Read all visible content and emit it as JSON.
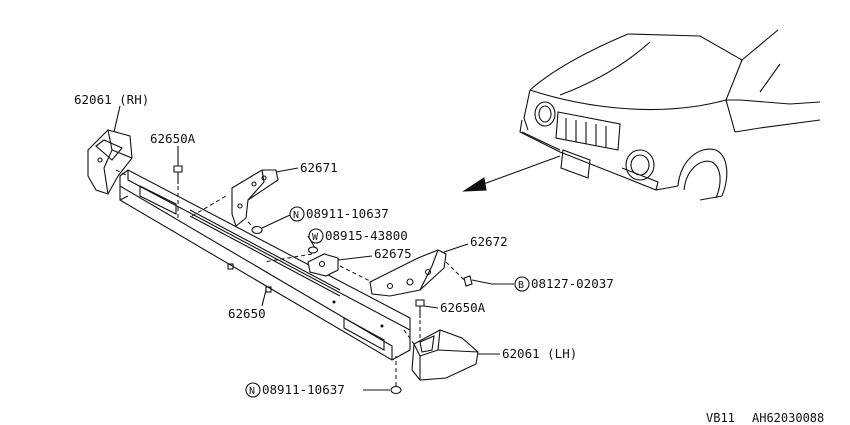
{
  "callouts": {
    "rh_corner": "62061 (RH)",
    "bolt_top": "62650A",
    "bracket_upper": "62671",
    "nut_upper": "08911-10637",
    "washer": "08915-43800",
    "bracket_lower": "62675",
    "bracket_right": "62672",
    "bolt_right": "08127-02037",
    "bolt_mid": "62650A",
    "bumper": "62650",
    "lh_corner": "62061 (LH)",
    "nut_lower": "08911-10637"
  },
  "prefix_symbols": {
    "nut_upper": "N",
    "washer": "W",
    "bolt_right": "B",
    "nut_lower": "N"
  },
  "footer": {
    "model": "VB11",
    "code": "AH62030088"
  },
  "colors": {
    "line": "#111111",
    "background": "#ffffff"
  }
}
